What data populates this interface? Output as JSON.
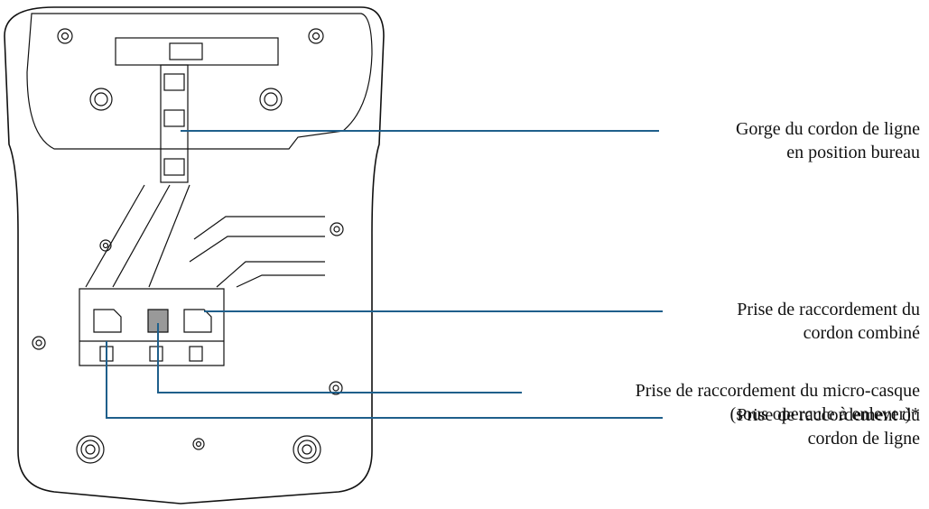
{
  "colors": {
    "outline": "#111111",
    "callout": "#1f5f8b",
    "headset_port_fill": "#999999"
  },
  "callouts": [
    {
      "id": "line-cord-groove",
      "lines": [
        "Gorge du cordon de ligne",
        "en position bureau"
      ]
    },
    {
      "id": "handset-cord-jack",
      "lines": [
        "Prise de raccordement du",
        "cordon combiné"
      ]
    },
    {
      "id": "headset-jack",
      "lines": [
        "Prise de raccordement du micro-casque",
        "(sous opercule à enlever)*"
      ]
    },
    {
      "id": "line-cord-jack",
      "lines": [
        "Prise de raccordement du",
        "cordon de ligne"
      ]
    }
  ],
  "port_icons": [
    "line-icon",
    "headset-icon",
    "handset-icon"
  ]
}
